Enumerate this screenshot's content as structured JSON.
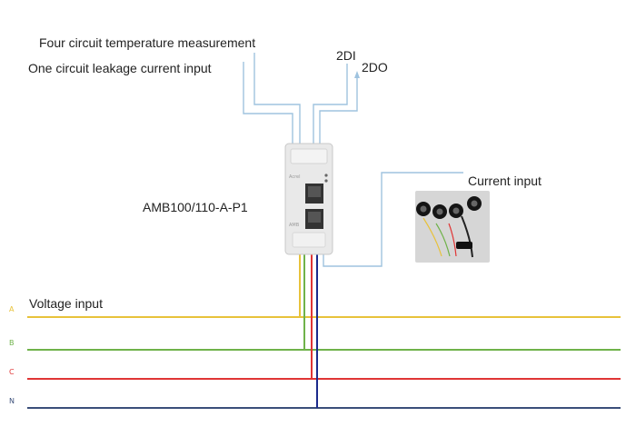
{
  "labels": {
    "temperature": "Four circuit temperature measurement",
    "leakage": "One circuit leakage current input",
    "di": "2DI",
    "do": "2DO",
    "model": "AMB100/110-A-P1",
    "current": "Current input",
    "voltage": "Voltage input"
  },
  "phases": [
    {
      "id": "A",
      "label": "A",
      "color": "#e8c23a"
    },
    {
      "id": "B",
      "label": "B",
      "color": "#6fb24a"
    },
    {
      "id": "C",
      "label": "C",
      "color": "#e03535"
    },
    {
      "id": "N",
      "label": "N",
      "color": "#3b4f7a"
    }
  ],
  "device": {
    "brand_text": "Acrel",
    "model_small_text": "AMB"
  },
  "colors": {
    "signal_wire": "#9fc3df",
    "device_body": "#e9e9e9",
    "sensor_bg": "#d6d6d6"
  }
}
